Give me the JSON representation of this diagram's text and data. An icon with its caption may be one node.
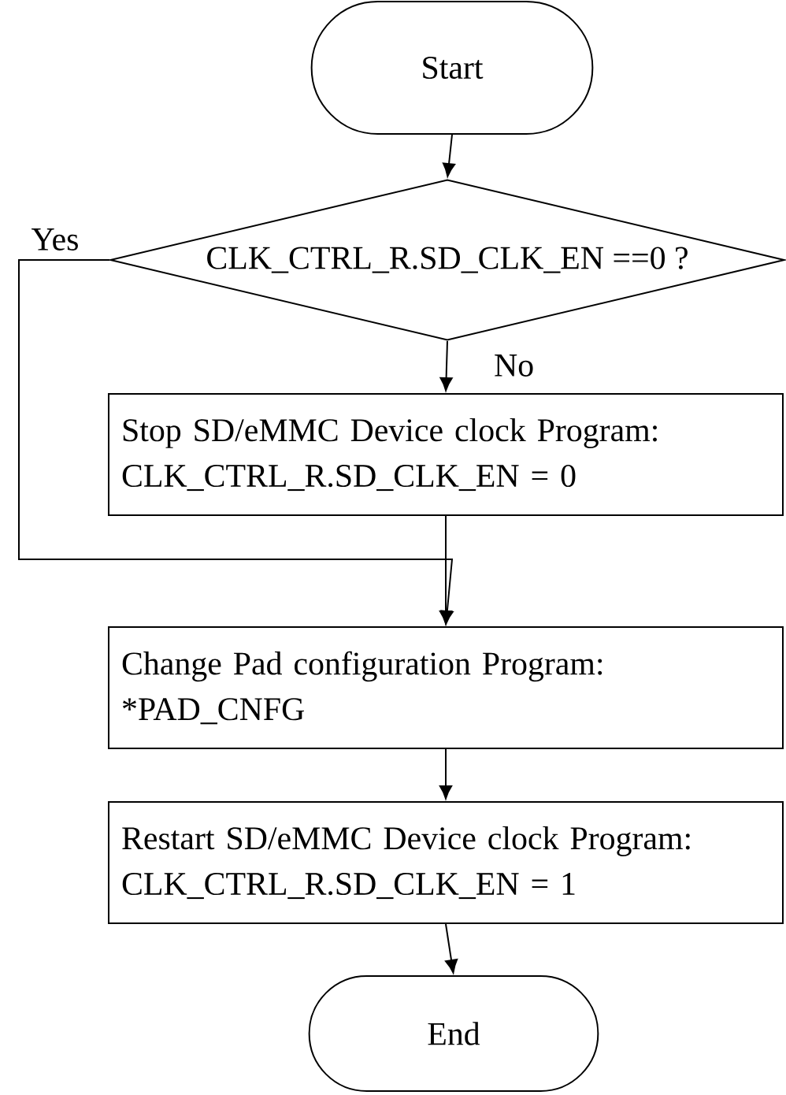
{
  "diagram": {
    "nodes": [
      {
        "text": [
          "Start"
        ]
      },
      {
        "text": [
          "CLK_CTRL_R.SD_CLK_EN ==0 ?"
        ]
      },
      {
        "text": [
          "Stop SD/eMMC Device clock Program:",
          "CLK_CTRL_R.SD_CLK_EN = 0"
        ]
      },
      {
        "text": [
          "Change Pad configuration Program:",
          "*PAD_CNFG"
        ]
      },
      {
        "text": [
          "Restart SD/eMMC Device clock Program:",
          "CLK_CTRL_R.SD_CLK_EN = 1"
        ]
      },
      {
        "text": [
          "End"
        ]
      }
    ],
    "edges": [
      {
        "from": 0,
        "to": 1,
        "arrow": "to"
      },
      {
        "from": 1,
        "to": 2,
        "arrow": "to",
        "label": "No"
      },
      {
        "from": 1,
        "to": 3,
        "arrow": "to",
        "label": "Yes"
      },
      {
        "from": 2,
        "to": 3,
        "arrow": "to"
      },
      {
        "from": 3,
        "to": 4,
        "arrow": "to"
      },
      {
        "from": 4,
        "to": 5,
        "arrow": "to"
      }
    ]
  }
}
